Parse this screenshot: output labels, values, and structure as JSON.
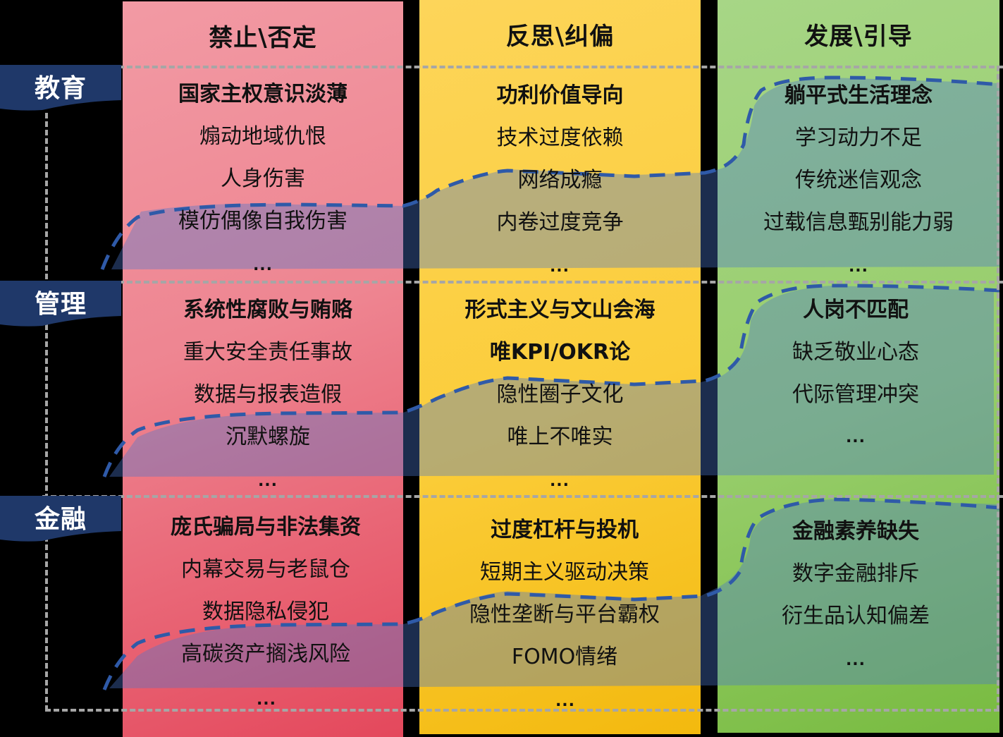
{
  "columns": [
    {
      "id": "prohibit",
      "label": "禁止\\否定",
      "color": "#ee8591"
    },
    {
      "id": "reflect",
      "label": "反思\\纠偏",
      "color": "#fbcd3a"
    },
    {
      "id": "develop",
      "label": "发展\\引导",
      "color": "#97cd6b"
    }
  ],
  "rows": [
    {
      "id": "education",
      "label": "教育",
      "banner_color": "#1f3869"
    },
    {
      "id": "management",
      "label": "管理",
      "banner_color": "#1f3869"
    },
    {
      "id": "finance",
      "label": "金融",
      "banner_color": "#1f3869"
    }
  ],
  "cells": {
    "education": {
      "prohibit": {
        "items": [
          "国家主权意识淡薄",
          "煽动地域仇恨",
          "人身伤害",
          "模仿偶像自我伤害"
        ],
        "more": "..."
      },
      "reflect": {
        "items": [
          "功利价值导向",
          "技术过度依赖",
          "网络成瘾",
          "内卷过度竞争"
        ],
        "more": "..."
      },
      "develop": {
        "items": [
          "躺平式生活理念",
          "学习动力不足",
          "传统迷信观念",
          "过载信息甄别能力弱"
        ],
        "more": "..."
      }
    },
    "management": {
      "prohibit": {
        "items": [
          "系统性腐败与贿赂",
          "重大安全责任事故",
          "数据与报表造假",
          "沉默螺旋"
        ],
        "more": "..."
      },
      "reflect": {
        "items": [
          "形式主义与文山会海",
          "唯KPI/OKR论",
          "隐性圈子文化",
          "唯上不唯实"
        ],
        "more": "..."
      },
      "develop": {
        "items": [
          "人岗不匹配",
          "缺乏敬业心态",
          "代际管理冲突"
        ],
        "more": "..."
      }
    },
    "finance": {
      "prohibit": {
        "items": [
          "庞氏骗局与非法集资",
          "内幕交易与老鼠仓",
          "数据隐私侵犯",
          "高碳资产搁浅风险"
        ],
        "more": "..."
      },
      "reflect": {
        "items": [
          "过度杠杆与投机",
          "短期主义驱动决策",
          "隐性垄断与平台霸权",
          "FOMO情绪"
        ],
        "more": "..."
      },
      "develop": {
        "items": [
          "金融素养缺失",
          "数字金融排斥",
          "衍生品认知偏差"
        ],
        "more": "..."
      }
    }
  },
  "colors": {
    "background": "#000000",
    "dash_gray": "#a6a6a6",
    "wave_blue": "#4a76cc",
    "wave_dash": "#2f5aa8",
    "banner": "#1f3869"
  }
}
